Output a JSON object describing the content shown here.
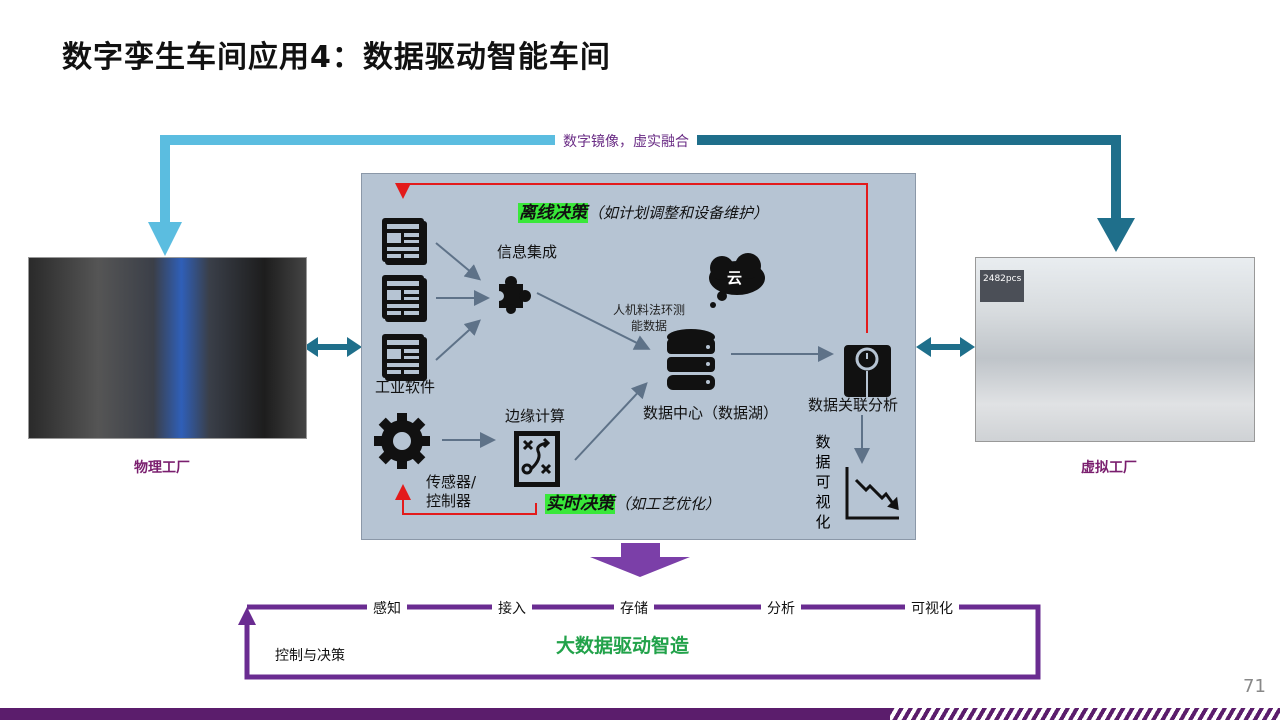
{
  "title": "数字孪生车间应用4：数据驱动智能车间",
  "mirror_loop_label": "数字镜像，虚实融合",
  "physical_factory": {
    "label": "物理工厂"
  },
  "virtual_factory": {
    "label": "虚拟工厂",
    "counter": "2482pcs"
  },
  "diagram": {
    "offline_decision": "离线决策",
    "offline_note": "（如计划调整和设备维护）",
    "info_integration": "信息集成",
    "industrial_software": "工业软件",
    "cloud": "云",
    "data_types_line1": "人机料法环测",
    "data_types_line2": "能数据",
    "data_center": "数据中心（数据湖）",
    "correlation_analysis": "数据关联分析",
    "visualization_vertical": [
      "数",
      "据",
      "可",
      "视",
      "化"
    ],
    "edge_computing": "边缘计算",
    "sensor_line1": "传感器/",
    "sensor_line2": "控制器",
    "realtime_decision": "实时决策",
    "realtime_note": "（如工艺优化）"
  },
  "bottom_loop": {
    "stages": [
      "感知",
      "接入",
      "存储",
      "分析",
      "可视化"
    ],
    "control": "控制与决策",
    "center": "大数据驱动智造"
  },
  "page_number": "71",
  "colors": {
    "purple": "#6a2c91",
    "teal": "#1f6f8b",
    "light_blue": "#5bbde0",
    "red": "#e31b1b",
    "green": "#39e83a"
  }
}
